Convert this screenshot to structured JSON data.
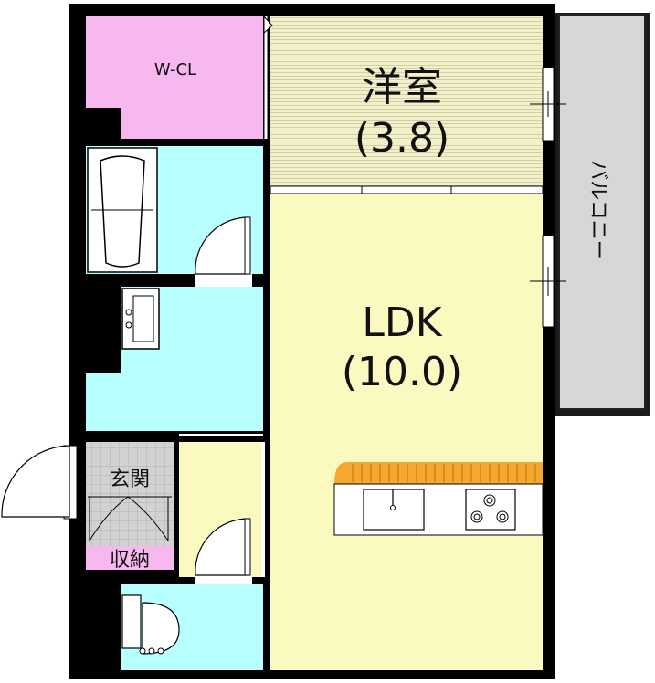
{
  "rooms": {
    "wcl": {
      "label": "W-CL"
    },
    "western": {
      "label": "洋室",
      "size": "(3.8)"
    },
    "ldk": {
      "label": "LDK",
      "size": "(10.0)"
    },
    "balcony": {
      "label": "バルコニー"
    },
    "entrance": {
      "label": "玄関"
    },
    "storage": {
      "label": "収納"
    }
  },
  "colors": {
    "wall": "#000000",
    "wcl_fill": "#f7b8ef",
    "western_fill": "#f2f0c8",
    "ldk_fill": "#fafac0",
    "wet_fill": "#b8ffff",
    "balcony_fill": "#d7d7d7",
    "entrance_fill": "#d2d2d2",
    "storage_fill": "#f7b8ef",
    "counter_orange": "#f4a830"
  }
}
